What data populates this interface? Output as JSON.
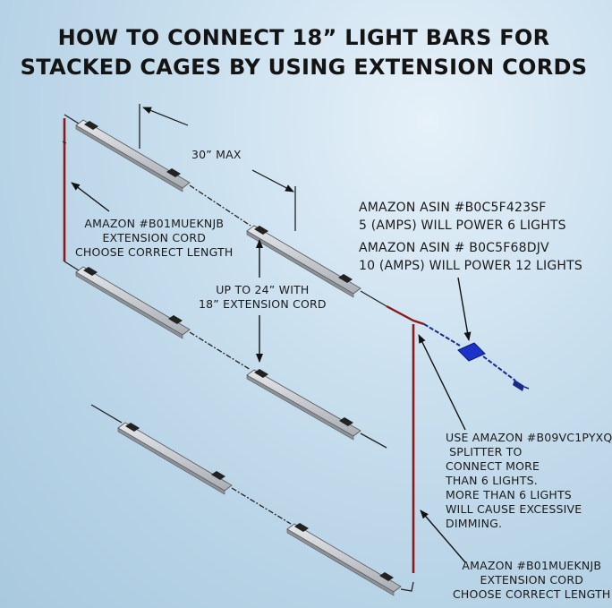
{
  "title": {
    "line1": "HOW TO CONNECT 18” LIGHT BARS FOR",
    "line2": "STACKED CAGES BY USING EXTENSION CORDS"
  },
  "labels": {
    "max_spacing": "30” MAX",
    "left_cord": [
      "AMAZON #B01MUEKNJB",
      "EXTENSION CORD",
      "CHOOSE CORRECT LENGTH"
    ],
    "up_to": [
      "UP TO 24” WITH",
      "18” EXTENSION CORD"
    ],
    "adapter": [
      "AMAZON ASIN #B0C5F423SF",
      "5 (AMPS) WILL POWER 6 LIGHTS",
      "AMAZON ASIN # B0C5F68DJV",
      "10 (AMPS) WILL POWER 12 LIGHTS"
    ],
    "splitter": [
      "USE AMAZON #B09VC1PYXQ",
      " SPLITTER TO",
      "CONNECT MORE",
      "THAN 6 LIGHTS.",
      "MORE THAN 6 LIGHTS",
      "WILL CAUSE EXCESSIVE",
      "DIMMING."
    ],
    "right_cord": [
      "AMAZON #B01MUEKNJB",
      "EXTENSION CORD",
      "CHOOSE CORRECT LENGTH"
    ]
  },
  "colors": {
    "extension_cord": "#8b1a1a",
    "adapter_cord": "#1a2a8b",
    "light_bar": "#b8bcc2",
    "text": "#1a1a1a"
  }
}
